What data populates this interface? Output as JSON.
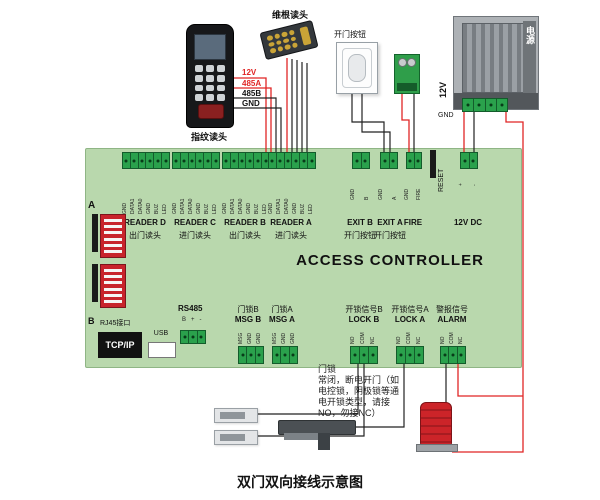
{
  "caption": "双门双向接线示意图",
  "board": {
    "title": "ACCESS CONTROLLER",
    "row_a": "A",
    "row_b": "B",
    "reset_label": "RESET",
    "reader_pins": [
      "GND",
      "DATA1",
      "DATA0",
      "GND",
      "BUZ",
      "LED"
    ],
    "readers": [
      {
        "name": "READER D",
        "sub": "出门读头"
      },
      {
        "name": "READER C",
        "sub": "进门读头"
      },
      {
        "name": "READER B",
        "sub": "出门读头"
      },
      {
        "name": "READER A",
        "sub": "进门读头"
      }
    ],
    "exit_terminals": [
      {
        "name": "EXIT B",
        "sub": "开门按钮",
        "pins": [
          "GND",
          "B"
        ]
      },
      {
        "name": "EXIT A",
        "sub": "开门按钮",
        "pins": [
          "GND",
          "A"
        ]
      },
      {
        "name": "FIRE",
        "sub": "",
        "pins": [
          "GND",
          "FIRE"
        ]
      }
    ],
    "power_terminal": {
      "name": "12V DC",
      "pins": [
        "+",
        "-"
      ]
    },
    "comm": {
      "rs485": "RS485",
      "rs485_pins": [
        "B",
        "+",
        "-"
      ],
      "rj45": "RJ45接口",
      "tcpip": "TCP/IP",
      "usb": "USB"
    },
    "door_sensors": [
      {
        "name": "门锁B",
        "sub": "MSG B",
        "pins": [
          "MSG",
          "GND",
          "GND"
        ]
      },
      {
        "name": "门锁A",
        "sub": "MSG A",
        "pins": [
          "MSG",
          "GND",
          "GND"
        ]
      }
    ],
    "outputs": [
      {
        "name": "开锁信号B",
        "sub": "LOCK B",
        "pins": [
          "NO",
          "COM",
          "NC"
        ]
      },
      {
        "name": "开锁信号A",
        "sub": "LOCK A",
        "pins": [
          "NO",
          "COM",
          "NC"
        ]
      },
      {
        "name": "警报信号",
        "sub": "ALARM",
        "pins": [
          "NO",
          "COM",
          "NC"
        ]
      }
    ]
  },
  "peripherals": {
    "fingerprint_reader": "指纹读头",
    "wiegand_reader": "维根读头",
    "exit_button": "开门按钮",
    "power_supply": "电源",
    "psu_12v": "12V",
    "psu_gnd": "GND"
  },
  "wire_labels": [
    "12V",
    "485A",
    "485B",
    "GND"
  ],
  "note_lines": [
    "门锁",
    "常闭，断电开门（如",
    "电控锁，阴极锁等通",
    "电开锁类型，请接",
    "NO，勿接NC）"
  ],
  "colors": {
    "board_green": "#b9d8ad",
    "terminal_green": "#2aa14c",
    "wire_red": "#e02525",
    "wire_black": "#222222",
    "dip_red": "#c8242c",
    "alarm_red": "#cc2429"
  }
}
